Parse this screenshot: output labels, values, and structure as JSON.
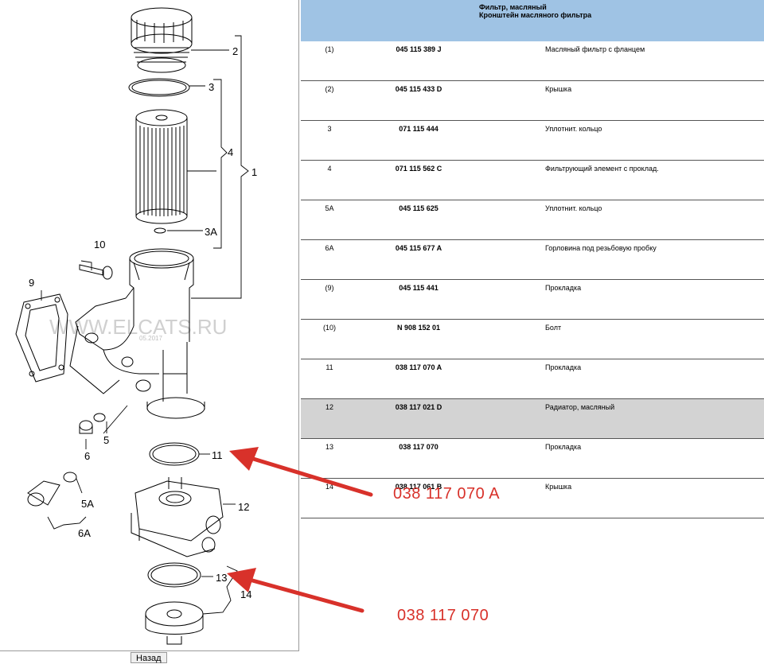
{
  "table": {
    "header_line1": "Фильтр, масляный",
    "header_line2": "Кронштейн масляного фильтра",
    "rows": [
      {
        "num": "(1)",
        "part": "045 115 389 J",
        "desc": "Масляный фильтр с фланцем"
      },
      {
        "num": "(2)",
        "part": "045 115 433 D",
        "desc": "Крышка"
      },
      {
        "num": "3",
        "part": "071 115 444",
        "desc": "Уплотнит. кольцо"
      },
      {
        "num": "4",
        "part": "071 115 562 C",
        "desc": "Фильтрующий элемент с проклад."
      },
      {
        "num": "5A",
        "part": "045 115 625",
        "desc": "Уплотнит. кольцо"
      },
      {
        "num": "6A",
        "part": "045 115 677 A",
        "desc": "Горловина под резьбовую пробку"
      },
      {
        "num": "(9)",
        "part": "045 115 441",
        "desc": "Прокладка"
      },
      {
        "num": "(10)",
        "part": "N 908 152 01",
        "desc": "Болт"
      },
      {
        "num": "11",
        "part": "038 117 070 A",
        "desc": "Прокладка"
      },
      {
        "num": "12",
        "part": "038 117 021 D",
        "desc": "Радиатор, масляный"
      },
      {
        "num": "13",
        "part": "038 117 070",
        "desc": "Прокладка"
      },
      {
        "num": "14",
        "part": "038 117 061 B",
        "desc": "Крышка"
      }
    ],
    "highlight_row": "12",
    "header_color": "#9fc3e4",
    "highlight_color": "#d3d3d3"
  },
  "diagram": {
    "labels": {
      "l1": "1",
      "l2": "2",
      "l3": "3",
      "l3a": "3A",
      "l4": "4",
      "l5": "5",
      "l5a": "5A",
      "l6": "6",
      "l6a": "6A",
      "l9": "9",
      "l10": "10",
      "l11": "11",
      "l12": "12",
      "l13": "13",
      "l14": "14"
    },
    "watermark": "WWW.ELCATS.RU",
    "watermark_date": "05.2017"
  },
  "callouts": {
    "first": "038 117 070 A",
    "second": "038 117 070",
    "color": "#d8312a"
  },
  "nav": {
    "back_label": "Назад"
  }
}
